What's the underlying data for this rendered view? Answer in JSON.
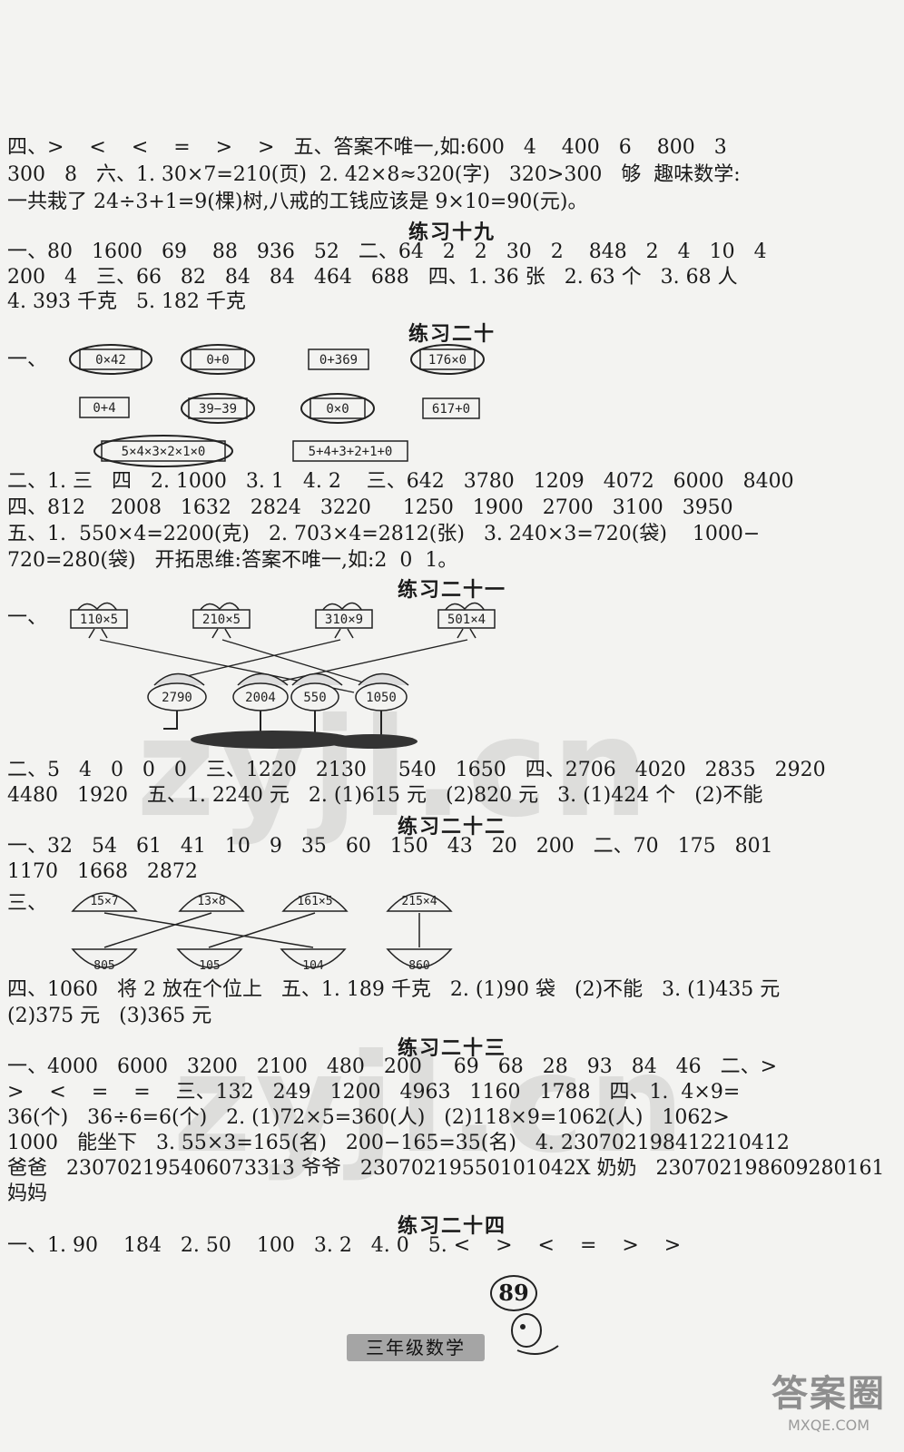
{
  "lines": [
    "四、>    <    <    =    >    >   五、答案不唯一,如:600   4    400   6    800   3",
    "300   8   六、1. 30×7=210(页)  2. 42×8≈320(字)   320>300   够  趣味数学:",
    "一共栽了 24÷3+1=9(棵)树,八戒的工钱应该是 9×10=90(元)。"
  ],
  "section19": {
    "title": "练习十九",
    "lines": [
      "一、80   1600   69    88   936   52   二、64   2   2   30   2    848   2   4   10   4",
      "200   4   三、66   82   84   84   464   688   四、1. 36 张   2. 63 个   3. 68 人",
      "4. 393 千克   5. 182 千克"
    ]
  },
  "section20": {
    "title": "练习二十",
    "prefix": "一、",
    "boxes": [
      "0×42",
      "0+0",
      "0+369",
      "176×0",
      "0+4",
      "39−39",
      "0×0",
      "617+0",
      "5×4×3×2×1×0",
      "5+4+3+2+1+0"
    ],
    "lines": [
      "二、1. 三   四   2. 1000   3. 1   4. 2    三、642   3780   1209   4072   6000   8400",
      "四、812    2008   1632   2824   3220     1250   1900   2700   3100   3950",
      "五、1.  550×4=2200(克)   2. 703×4=2812(张)   3. 240×3=720(袋)    1000−",
      "720=280(袋)   开拓思维:答案不唯一,如:2  0  1。"
    ]
  },
  "section21": {
    "title": "练习二十一",
    "prefix": "一、",
    "top": [
      "110×5",
      "210×5",
      "310×9",
      "501×4"
    ],
    "bottom": [
      "2790",
      "2004",
      "550",
      "1050"
    ],
    "lines": [
      "二、5   4   0   0   0   三、1220   2130     540   1650   四、2706   4020   2835   2920",
      "4480   1920   五、1. 2240 元   2. (1)615 元   (2)820 元   3. (1)424 个   (2)不能"
    ]
  },
  "section22": {
    "title": "练习二十二",
    "lines": [
      "一、32   54   61   41   10   9   35   60   150   43   20   200   二、70   175   801",
      "1170   1668   2872"
    ],
    "prefix": "三、",
    "top": [
      "15×7",
      "13×8",
      "161×5",
      "215×4"
    ],
    "bottom": [
      "805",
      "105",
      "104",
      "860"
    ],
    "after": [
      "四、1060   将 2 放在个位上   五、1. 189 千克   2. (1)90 袋   (2)不能   3. (1)435 元",
      "(2)375 元   (3)365 元"
    ]
  },
  "section23": {
    "title": "练习二十三",
    "lines": [
      "一、4000   6000   3200   2100   480   200     69   68   28   93   84   46   二、>",
      ">    <    =    =    三、132   249   1200   4963   1160   1788   四、1.  4×9=",
      "36(个)   36÷6=6(个)   2. (1)72×5=360(人)   (2)118×9=1062(人)   1062>",
      "1000   能坐下   3. 55×3=165(名)   200−165=35(名)   4. 230702198412210412",
      "爸爸   230702195406073313 爷爷   23070219550101042X 奶奶   230702198609280161",
      "妈妈"
    ]
  },
  "section24": {
    "title": "练习二十四",
    "lines": [
      "一、1. 90    184   2. 50    100   3. 2   4. 0   5. <    >    <    =    >    >"
    ]
  },
  "footer": {
    "page": "89",
    "label": "三年级数学",
    "logo_main": "答案圈",
    "logo_sub": "MXQE.COM"
  }
}
